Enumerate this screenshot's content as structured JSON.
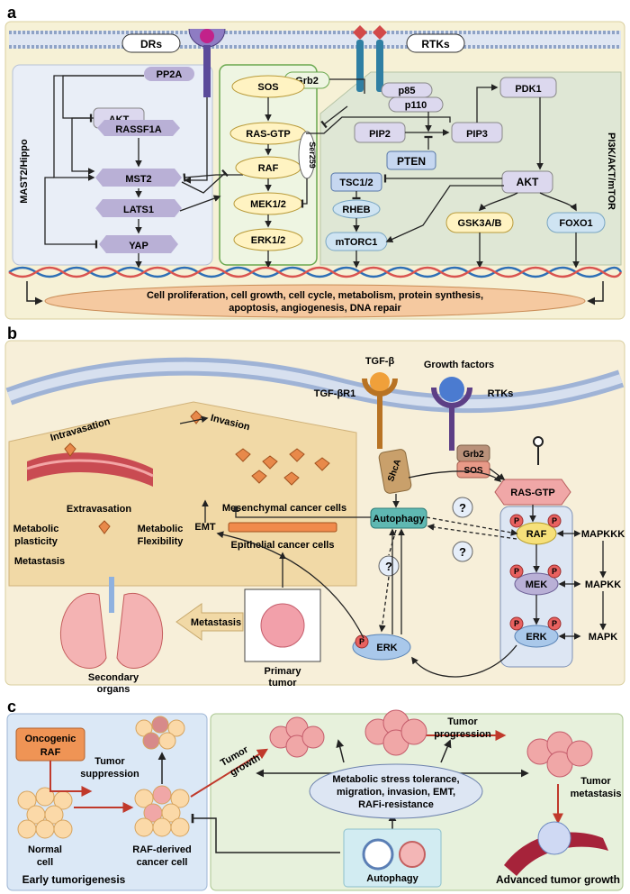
{
  "panel_a": {
    "letter": "a",
    "side_left": "MAST2/Hippo",
    "side_right": "PI3K/AKT/mTOR",
    "receptors": {
      "drs": "DRs",
      "rtks": "RTKs"
    },
    "nodes": {
      "pp2a": "PP2A",
      "akt_left": "AKT",
      "rassf1a": "RASSF1A",
      "mst2": "MST2",
      "lats1": "LATS1",
      "yap": "YAP",
      "sos": "SOS",
      "grb2": "Grb2",
      "ras_gtp": "RAS-GTP",
      "raf": "RAF",
      "ser259": "Ser259",
      "mek12": "MEK1/2",
      "erk12": "ERK1/2",
      "p85": "p85",
      "p110": "p110",
      "pdk1": "PDK1",
      "pip2": "PIP2",
      "pip3": "PIP3",
      "pten": "PTEN",
      "tsc12": "TSC1/2",
      "rheb": "RHEB",
      "mtorc1": "mTORC1",
      "akt_right": "AKT",
      "gsk3ab": "GSK3A/B",
      "foxo1": "FOXO1"
    },
    "outcome_line1": "Cell proliferation, cell growth, cell cycle, metabolism, protein synthesis,",
    "outcome_line2": "apoptosis, angiogenesis, DNA repair"
  },
  "panel_b": {
    "letter": "b",
    "ligands": {
      "tgfb": "TGF-β",
      "growth_factors": "Growth factors"
    },
    "receptors": {
      "tgfbr1": "TGF-βR1",
      "rtks": "RTKs"
    },
    "adaptors": {
      "shca": "ShcA",
      "grb2": "Grb2",
      "sos": "SOS"
    },
    "ras_gtp": "RAS-GTP",
    "autophagy": "Autophagy",
    "question": "?",
    "phospho": "P",
    "cascade": {
      "raf": "RAF",
      "mek": "MEK",
      "erk": "ERK",
      "erk_left": "ERK"
    },
    "mapk_levels": {
      "mapkkk": "MAPKKK",
      "mapkk": "MAPKK",
      "mapk": "MAPK"
    },
    "process": {
      "intravasation": "Intravasation",
      "invasion": "Invasion",
      "extravasation": "Extravasation",
      "metabolic_plasticity_1": "Metabolic",
      "metabolic_plasticity_2": "plasticity",
      "metabolic_flexibility_1": "Metabolic",
      "metabolic_flexibility_2": "Flexibility",
      "metastasis_left": "Metastasis",
      "mesenchymal": "Mesenchymal cancer cells",
      "emt": "EMT",
      "epithelial": "Epithelial cancer cells",
      "metastasis_arrow": "Metastasis",
      "primary_tumor_1": "Primary",
      "primary_tumor_2": "tumor",
      "secondary_organs_1": "Secondary",
      "secondary_organs_2": "organs"
    }
  },
  "panel_c": {
    "letter": "c",
    "oncogenic_raf_1": "Oncogenic",
    "oncogenic_raf_2": "RAF",
    "tumor_suppression_1": "Tumor",
    "tumor_suppression_2": "suppression",
    "normal_cell_1": "Normal",
    "normal_cell_2": "cell",
    "raf_derived_1": "RAF-derived",
    "raf_derived_2": "cancer cell",
    "early": "Early tumorigenesis",
    "tumor_growth_1": "Tumor",
    "tumor_growth_2": "growth",
    "ellipse_1": "Metabolic  stress tolerance,",
    "ellipse_2": "migration, invasion, EMT,",
    "ellipse_3": "RAFi-resistance",
    "tumor_progression_1": "Tumor",
    "tumor_progression_2": "progression",
    "tumor_metastasis_1": "Tumor",
    "tumor_metastasis_2": "metastasis",
    "autophagy": "Autophagy",
    "advanced": "Advanced tumor growth"
  },
  "colors": {
    "panel_a_bg": "#f6f1d6",
    "hippo_bg": "#e9eef7",
    "mapk_bg": "#eef5e2",
    "pi3k_bg": "#dfe7d5",
    "node_purple": "#b9b0d6",
    "node_lilac": "#dcd8ee",
    "node_blue": "#cfe4f2",
    "node_yellow": "#fff3c2",
    "outcome": "#f5c9a0",
    "raf_yellow": "#f6e07a",
    "ras_pink": "#f0a7a7",
    "phospho_red": "#e8615f",
    "autophagy_teal": "#5fb8b2",
    "oncogenic_orange": "#ef9455",
    "progression_red": "#c0392b"
  }
}
